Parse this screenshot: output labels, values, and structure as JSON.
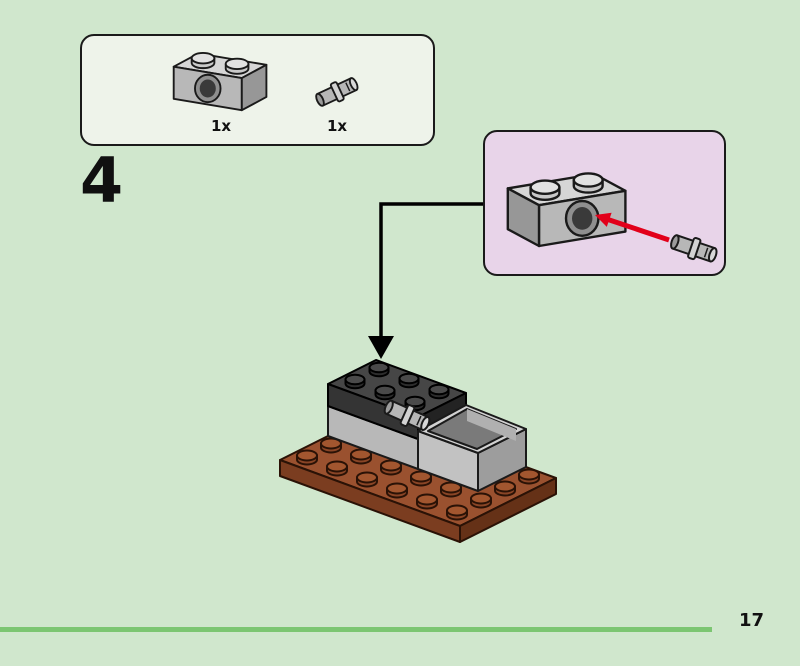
{
  "step": {
    "number": "4"
  },
  "footer": {
    "page_number": "17"
  },
  "parts_panel": {
    "items": [
      {
        "part": "technic-brick-1x2-with-hole",
        "count": "1x"
      },
      {
        "part": "technic-pin",
        "count": "1x"
      }
    ]
  },
  "callout": {
    "shows": "technic-pin-inserted-into-brick-hole"
  },
  "assembly": {
    "parts_visible": [
      "brown-baseplate-with-studs",
      "light-gray-brick-block",
      "black-brick-block-with-studs",
      "light-gray-panel-walls",
      "technic-pin"
    ]
  },
  "colors": {
    "page_background": "#d0e7cd",
    "parts_panel_background": "#eef3ea",
    "callout_background": "#e8d4e9",
    "outline": "#1a1a1a",
    "divider_green": "#7cc672",
    "arrow_red": "#e2001a",
    "plate_brown": "#9a512f"
  }
}
